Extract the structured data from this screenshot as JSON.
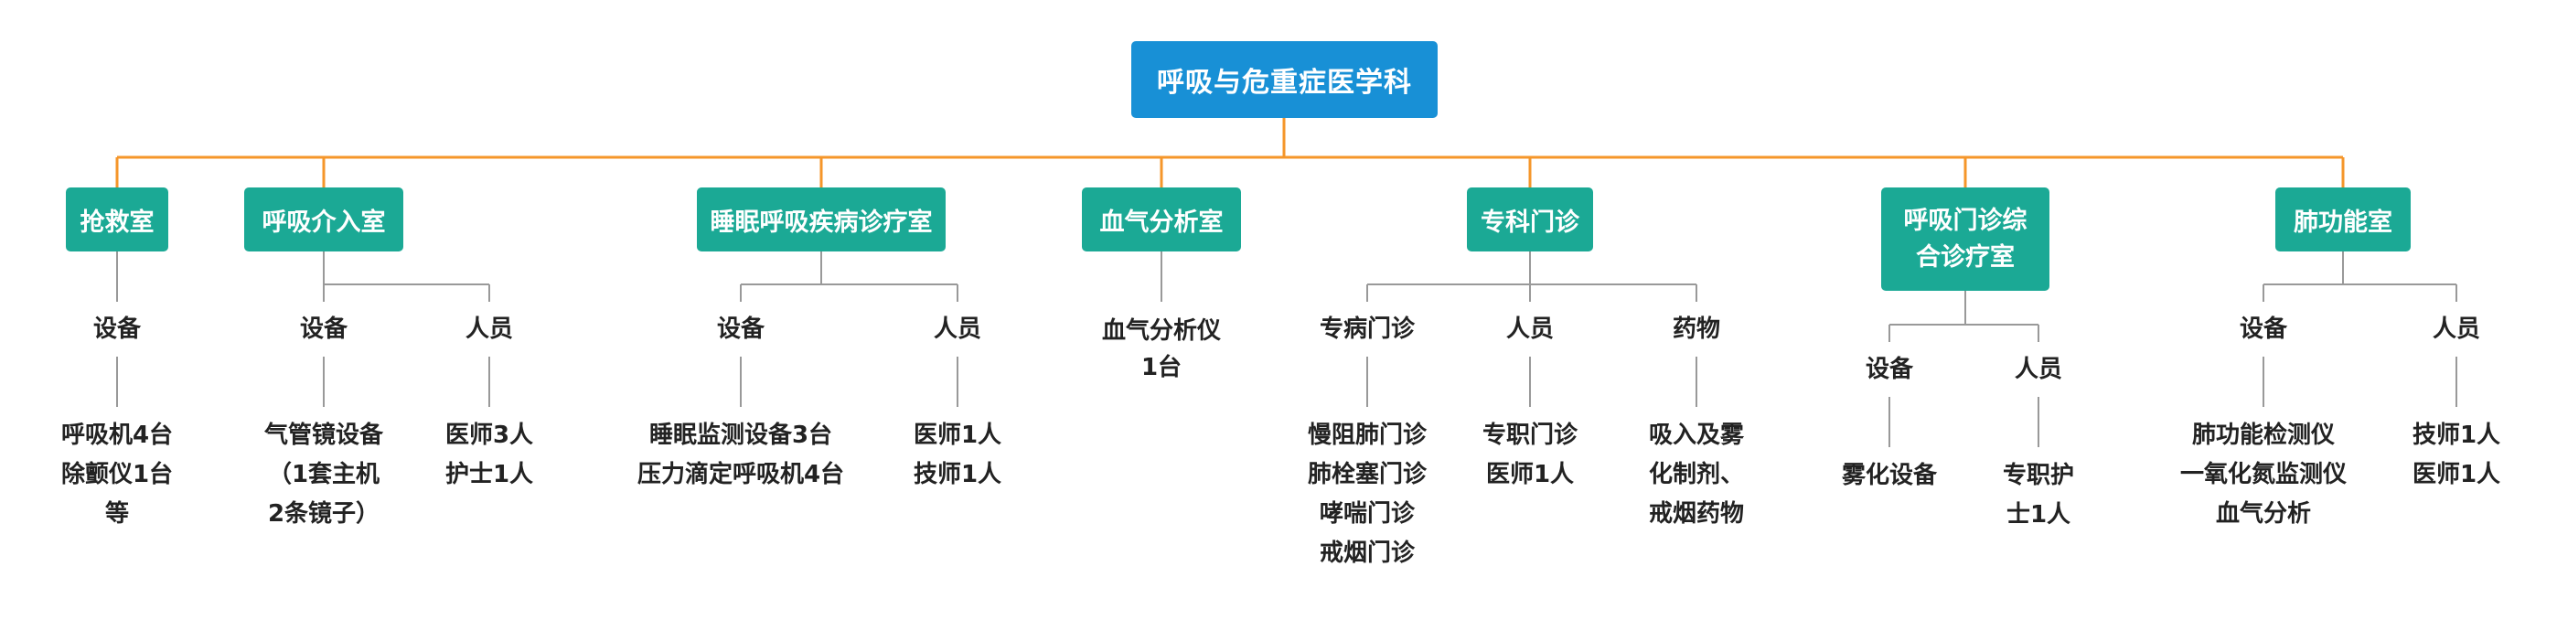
{
  "root": {
    "title": "呼吸与危重症医学科"
  },
  "departments": [
    {
      "name": "抢救室",
      "branches": [
        {
          "category": "设备",
          "items": [
            "呼吸机4台",
            "除颤仪1台",
            "等"
          ]
        }
      ]
    },
    {
      "name": "呼吸介入室",
      "branches": [
        {
          "category": "设备",
          "items": [
            "气管镜设备",
            "（1套主机",
            "2条镜子）"
          ]
        },
        {
          "category": "人员",
          "items": [
            "医师3人",
            "护士1人"
          ]
        }
      ]
    },
    {
      "name": "睡眠呼吸疾病诊疗室",
      "branches": [
        {
          "category": "设备",
          "items": [
            "睡眠监测设备3台",
            "压力滴定呼吸机4台"
          ]
        },
        {
          "category": "人员",
          "items": [
            "医师1人",
            "技师1人"
          ]
        }
      ]
    },
    {
      "name": "血气分析室",
      "branches": [
        {
          "category": "血气分析仪",
          "category2": "1台",
          "items": []
        }
      ]
    },
    {
      "name": "专科门诊",
      "branches": [
        {
          "category": "专病门诊",
          "items": [
            "慢阻肺门诊",
            "肺栓塞门诊",
            "哮喘门诊",
            "戒烟门诊"
          ]
        },
        {
          "category": "人员",
          "items": [
            "专职门诊",
            "医师1人"
          ]
        },
        {
          "category": "药物",
          "items": [
            "吸入及雾",
            "化制剂、",
            "戒烟药物"
          ]
        }
      ]
    },
    {
      "name": "呼吸门诊综",
      "name2": "合诊疗室",
      "branches": [
        {
          "category": "设备",
          "items": [
            "雾化设备"
          ]
        },
        {
          "category": "人员",
          "items": [
            "专职护",
            "士1人"
          ]
        }
      ]
    },
    {
      "name": "肺功能室",
      "branches": [
        {
          "category": "设备",
          "items": [
            "肺功能检测仪",
            "一氧化氮监测仪",
            "血气分析"
          ]
        },
        {
          "category": "人员",
          "items": [
            "技师1人",
            "医师1人"
          ]
        }
      ]
    }
  ],
  "colors": {
    "root_fill": "#1890d6",
    "dept_fill": "#1ba995",
    "main_connector": "#f5962a",
    "sub_connector": "#999999"
  }
}
